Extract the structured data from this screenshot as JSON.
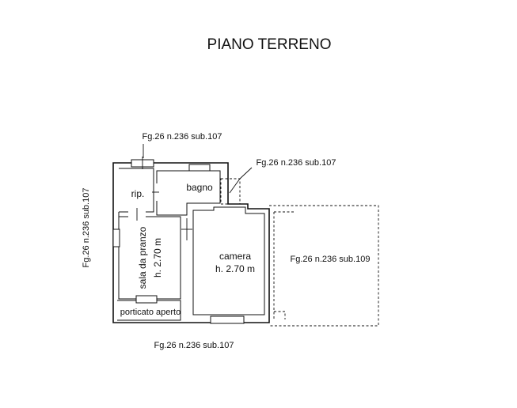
{
  "title": "PIANO TERRENO",
  "cadastral_refs": {
    "top": "Fg.26 n.236 sub.107",
    "top_right": "Fg.26 n.236 sub.107",
    "left": "Fg.26 n.236 sub.107",
    "bottom": "Fg.26 n.236 sub.107",
    "right_area": "Fg.26 n.236 sub.109"
  },
  "rooms": {
    "rip": "rip.",
    "bagno": "bagno",
    "camera": "camera",
    "camera_height": "h. 2.70 m",
    "sala": "sala da pranzo",
    "sala_height": "h. 2.70 m",
    "porticato": "porticato aperto"
  },
  "colors": {
    "ink": "#111111",
    "background": "#ffffff"
  }
}
